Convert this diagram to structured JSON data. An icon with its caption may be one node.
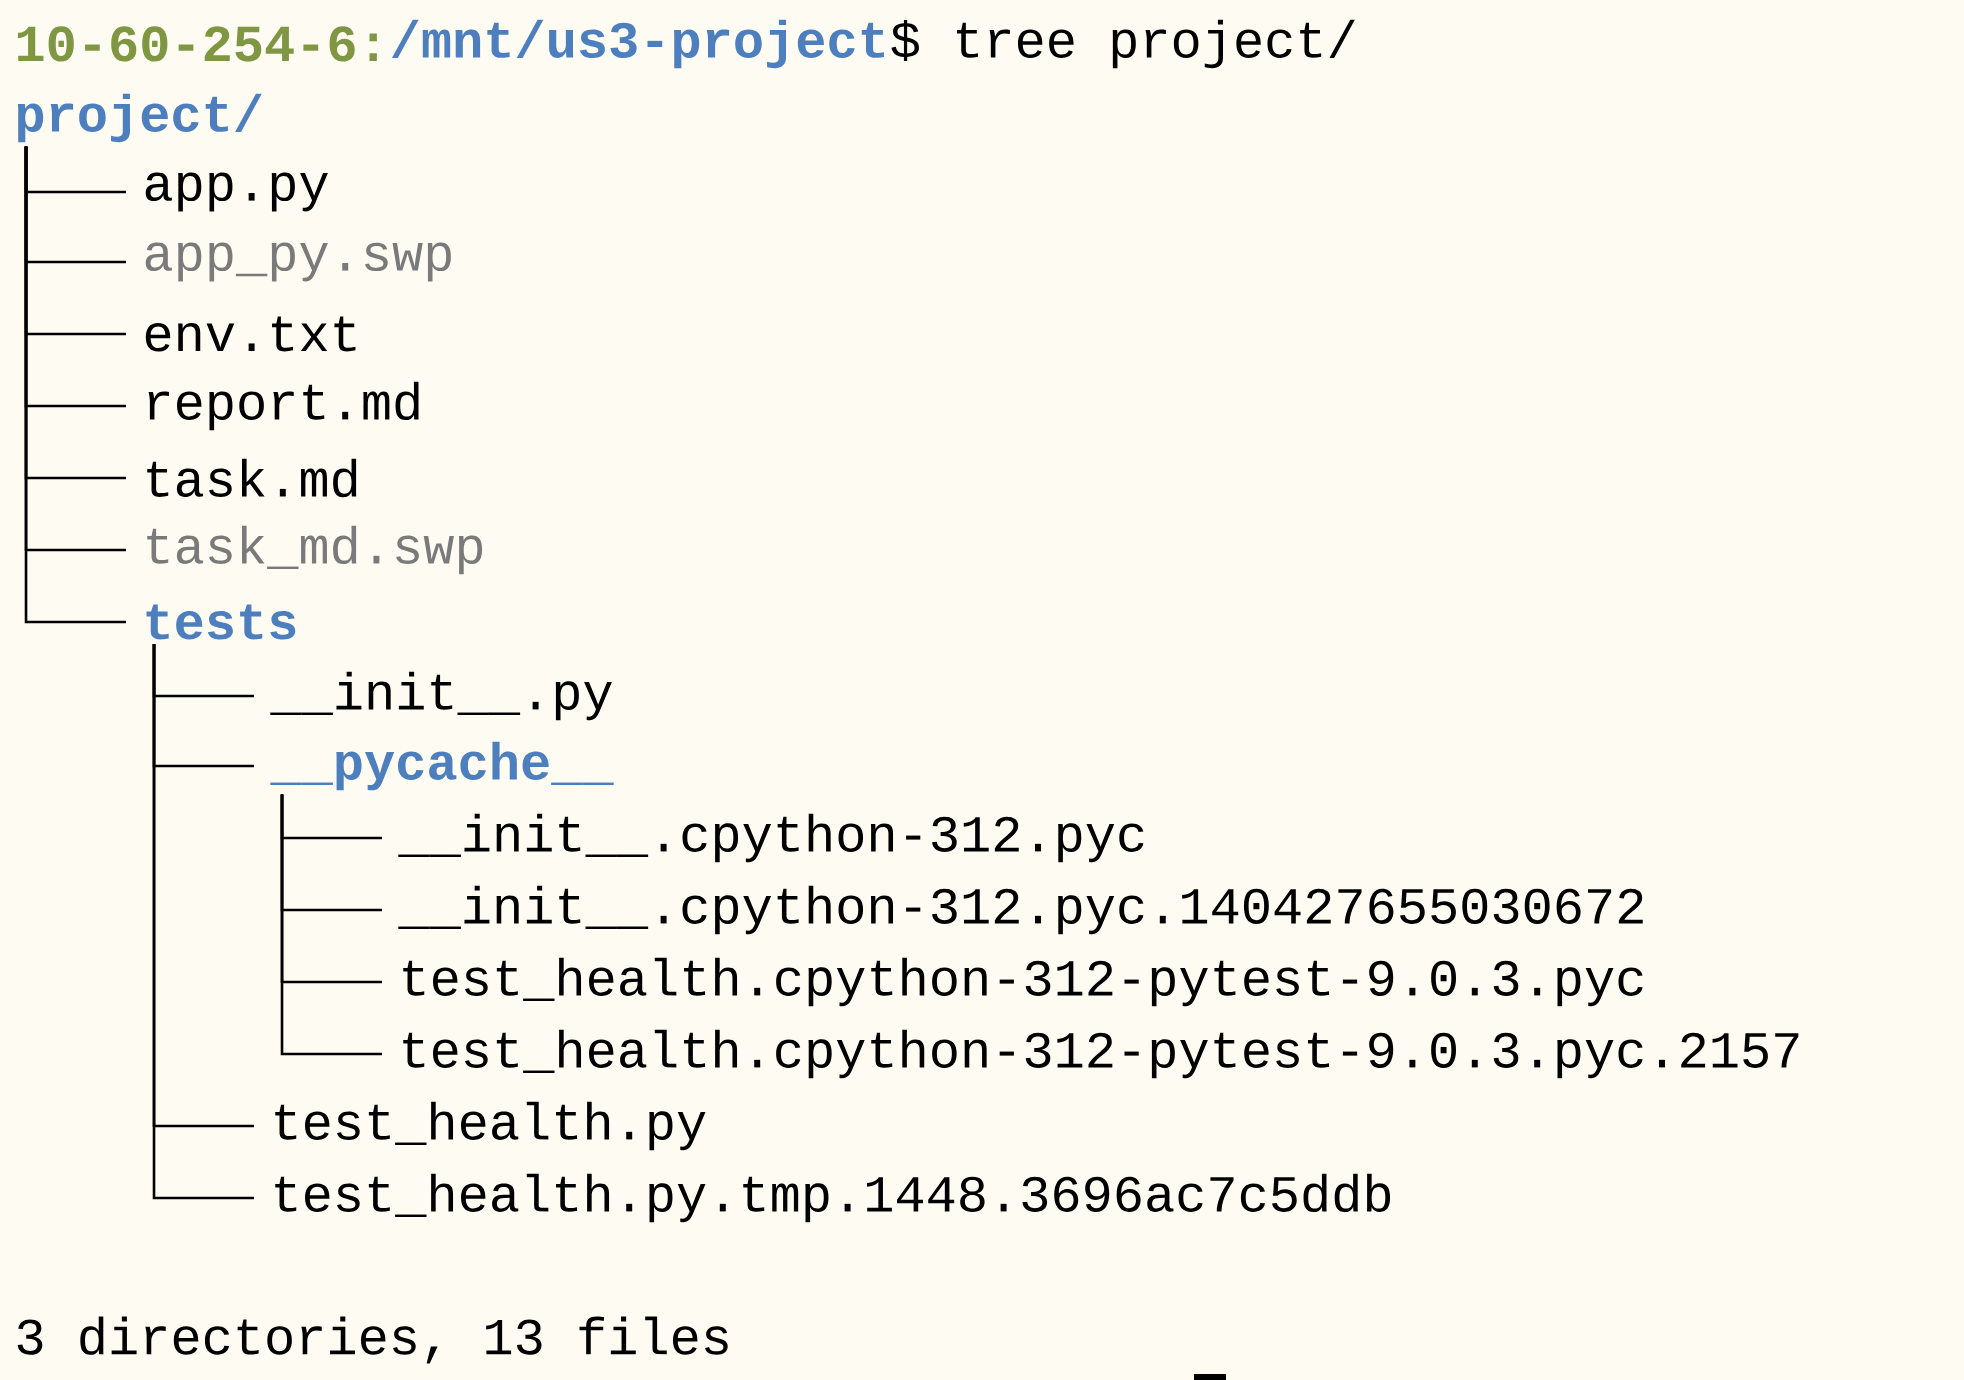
{
  "diagram": {
    "nodes": [
      {
        "text": [
          "project/"
        ]
      },
      {
        "text": [
          "app.py"
        ]
      },
      {
        "text": [
          "app_py.swp"
        ]
      },
      {
        "text": [
          "env.txt"
        ]
      },
      {
        "text": [
          "report.md"
        ]
      },
      {
        "text": [
          "task.md"
        ]
      },
      {
        "text": [
          "task_md.swp"
        ]
      },
      {
        "text": [
          "tests"
        ]
      },
      {
        "text": [
          "__init__.py"
        ]
      },
      {
        "text": [
          "__pycache__"
        ]
      },
      {
        "text": [
          "__init__.cpython-312.pyc"
        ]
      },
      {
        "text": [
          "__init__.cpython-312.pyc.140427655030672"
        ]
      },
      {
        "text": [
          "test_health.cpython-312-pytest-9.0.3.pyc"
        ]
      },
      {
        "text": [
          "test_health.cpython-312-pytest-9.0.3.pyc.2157"
        ]
      },
      {
        "text": [
          "test_health.py"
        ]
      },
      {
        "text": [
          "test_health.py.tmp.1448.3696ac7c5ddb"
        ]
      }
    ],
    "edges": [
      {
        "from": 0,
        "to": 1,
        "arrow": "none"
      },
      {
        "from": 0,
        "to": 2,
        "arrow": "none"
      },
      {
        "from": 0,
        "to": 3,
        "arrow": "none"
      },
      {
        "from": 0,
        "to": 4,
        "arrow": "none"
      },
      {
        "from": 0,
        "to": 5,
        "arrow": "none"
      },
      {
        "from": 0,
        "to": 6,
        "arrow": "none"
      },
      {
        "from": 0,
        "to": 7,
        "arrow": "none"
      },
      {
        "from": 7,
        "to": 8,
        "arrow": "none"
      },
      {
        "from": 7,
        "to": 9,
        "arrow": "none"
      },
      {
        "from": 9,
        "to": 10,
        "arrow": "none"
      },
      {
        "from": 9,
        "to": 11,
        "arrow": "none"
      },
      {
        "from": 9,
        "to": 12,
        "arrow": "none"
      },
      {
        "from": 9,
        "to": 13,
        "arrow": "none"
      },
      {
        "from": 7,
        "to": 14,
        "arrow": "none"
      },
      {
        "from": 7,
        "to": 15,
        "arrow": "none"
      }
    ],
    "labels": [
      "10-60-254-6:",
      "/mnt/us3-project",
      "$ tree project/",
      "3 directories, 13 files"
    ]
  }
}
